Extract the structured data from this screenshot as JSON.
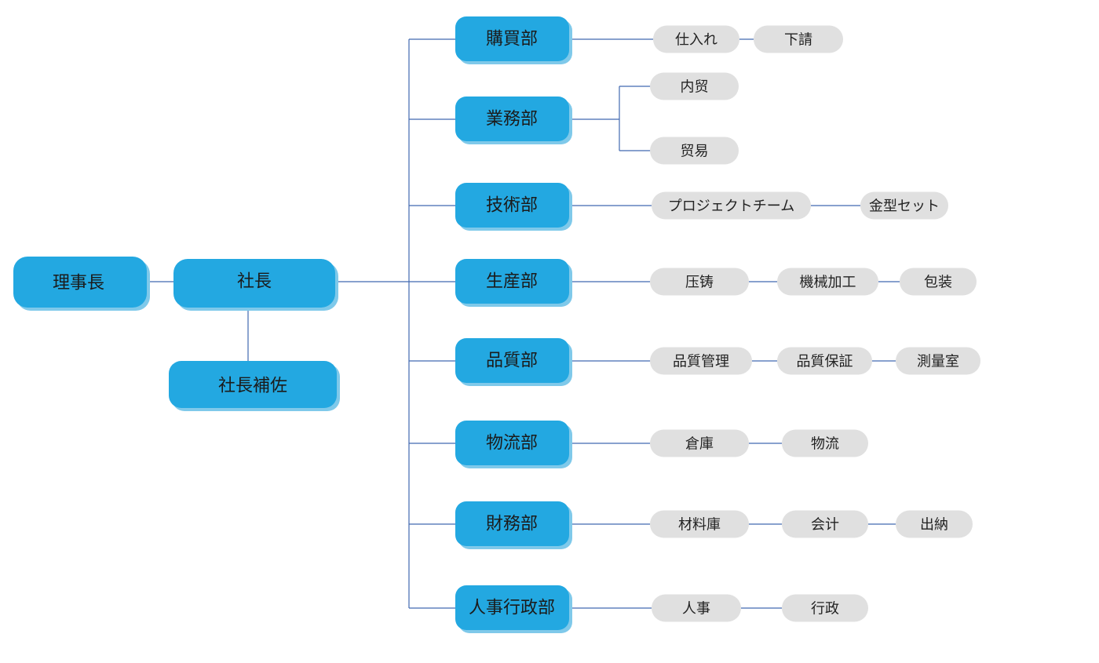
{
  "chairman": "理事長",
  "president": "社長",
  "assistant": "社長補佐",
  "departments": [
    {
      "name": "購買部",
      "subs": [
        "仕入れ",
        "下請"
      ]
    },
    {
      "name": "業務部",
      "subs": [
        "内贸",
        "贸易"
      ]
    },
    {
      "name": "技術部",
      "subs": [
        "プロジェクトチーム",
        "金型セット"
      ]
    },
    {
      "name": "生産部",
      "subs": [
        "压铸",
        "機械加工",
        "包装"
      ]
    },
    {
      "name": "品質部",
      "subs": [
        "品質管理",
        "品質保証",
        "測量室"
      ]
    },
    {
      "name": "物流部",
      "subs": [
        "倉庫",
        "物流"
      ]
    },
    {
      "name": "財務部",
      "subs": [
        "材料庫",
        "会计",
        "出納"
      ]
    },
    {
      "name": "人事行政部",
      "subs": [
        "人事",
        "行政"
      ]
    }
  ],
  "colors": {
    "primary_box": "#23a8e1",
    "secondary_box": "#e0e0e0",
    "connector": "#4169b0"
  }
}
